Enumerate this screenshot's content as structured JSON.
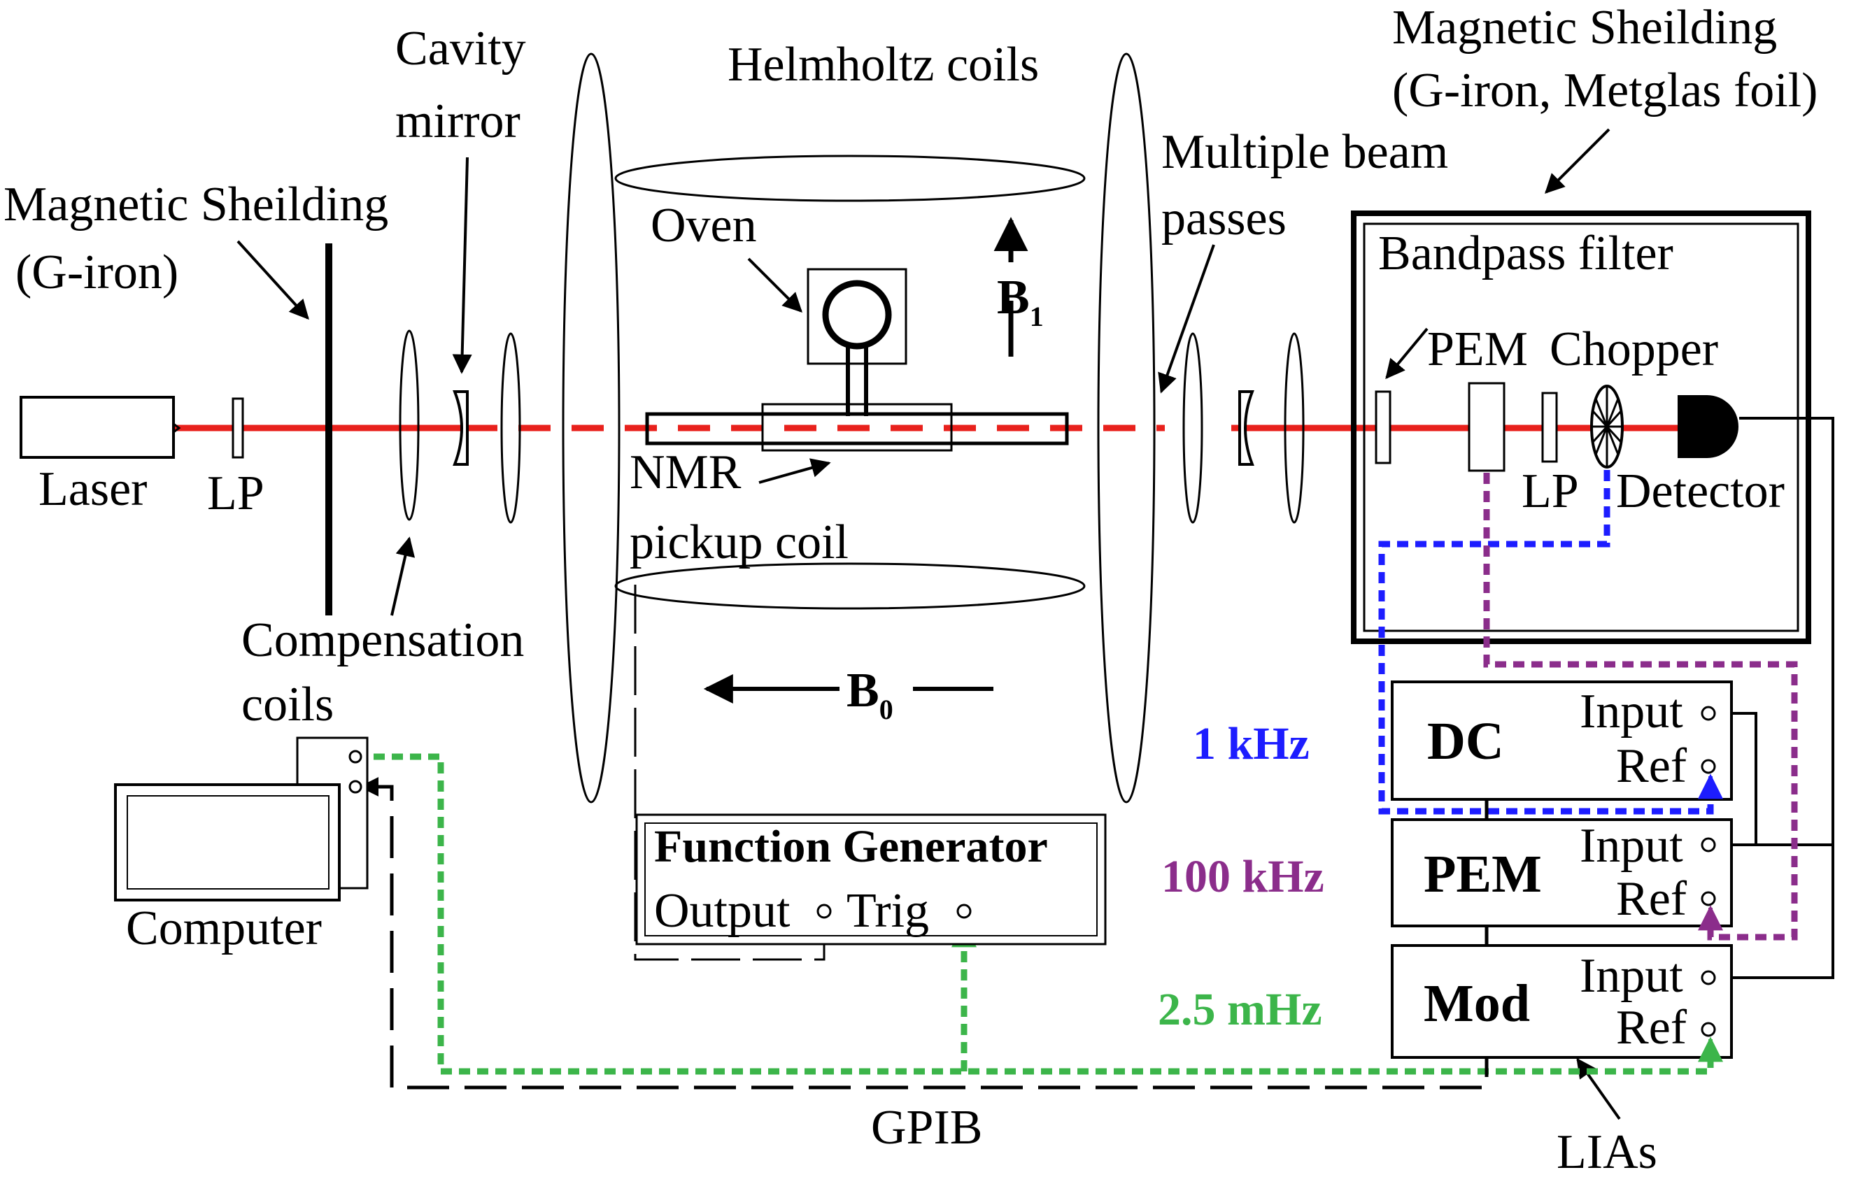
{
  "labels": {
    "magnetic_shielding_left_1": "Magnetic Sheilding",
    "magnetic_shielding_left_2": "(G-iron)",
    "cavity_mirror_1": "Cavity",
    "cavity_mirror_2": "mirror",
    "helmholtz_coils": "Helmholtz coils",
    "magnetic_shielding_right_1": "Magnetic Sheilding",
    "magnetic_shielding_right_2": "(G-iron, Metglas foil)",
    "multiple_beam_1": "Multiple beam",
    "multiple_beam_2": "passes",
    "oven": "Oven",
    "b1": "B",
    "b1_sub": "1",
    "b0": "B",
    "b0_sub": "0",
    "bandpass_filter": "Bandpass filter",
    "pem": "PEM",
    "chopper": "Chopper",
    "laser": "Laser",
    "lp_left": "LP",
    "lp_right": "LP",
    "detector": "Detector",
    "nmr_1": "NMR",
    "nmr_2": "pickup coil",
    "compensation_1": "Compensation",
    "compensation_2": "coils",
    "computer": "Computer",
    "function_generator": "Function Generator",
    "fg_output": "Output",
    "fg_trig": "Trig",
    "gpib": "GPIB",
    "lias": "LIAs"
  },
  "lock_ins": [
    {
      "name": "DC",
      "freq": "1 kHz",
      "input": "Input",
      "ref": "Ref"
    },
    {
      "name": "PEM",
      "freq": "100 kHz",
      "input": "Input",
      "ref": "Ref"
    },
    {
      "name": "Mod",
      "freq": "2.5 mHz",
      "input": "Input",
      "ref": "Ref"
    }
  ],
  "colors": {
    "beam": "#e8211c",
    "dc_ref": "#1d1dff",
    "pem_ref": "#8b2d8b",
    "mod_ref": "#3cb54a"
  }
}
